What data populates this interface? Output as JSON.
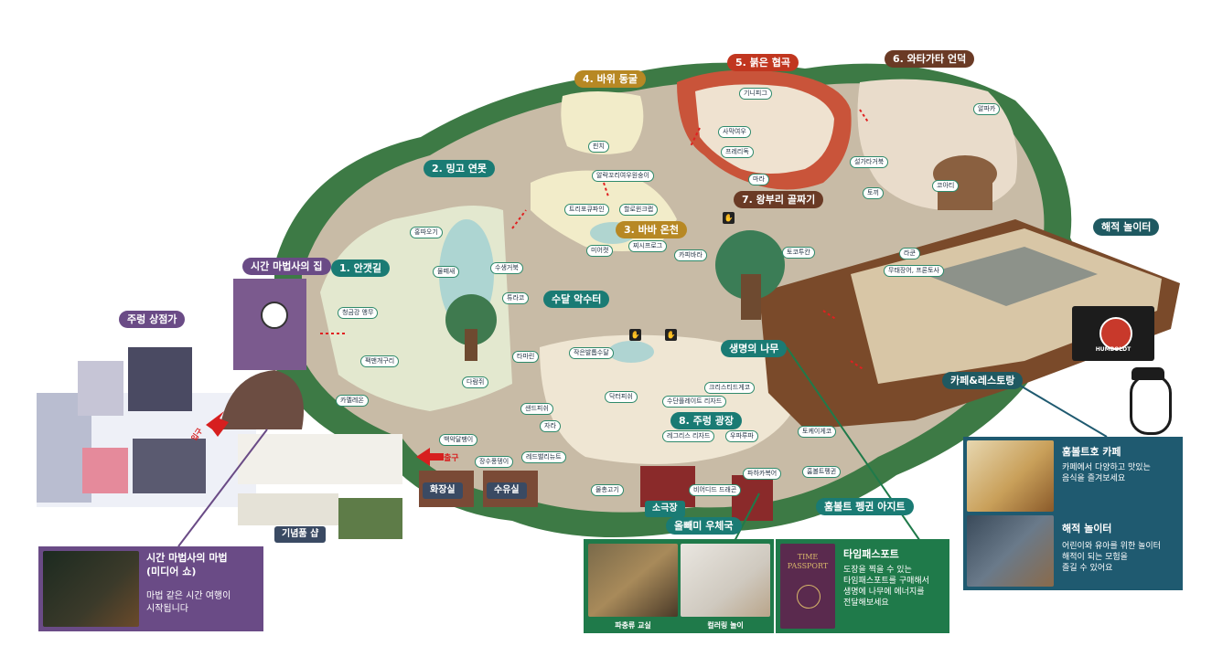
{
  "zones": {
    "shop_street": "주렁 상점가",
    "wizard_house": "시간 마법사의 집",
    "z1": "1. 안갯길",
    "z2": "2. 밍고 연못",
    "z3": "3. 바바 온천",
    "z4": "4. 바위 동굴",
    "z5": "5. 붉은 협곡",
    "z6": "6. 와타가타 언덕",
    "z7": "7. 왕부리 골짜기",
    "z8": "8. 주렁 광장",
    "otter": "수달 악수터",
    "tree": "생명의 나무",
    "pirate": "해적 놀이터",
    "cafe": "카페&레스토랑",
    "penguin": "훔볼트 펭귄 아지트",
    "post": "올빼미 우체국",
    "theater": "소극장",
    "restroom": "화장실",
    "nursing": "수유실",
    "gift": "기념품 샵",
    "entrance": "입구",
    "exit": "출구"
  },
  "animals": [
    {
      "id": "parrot",
      "text": "청금강 앵무"
    },
    {
      "id": "frog",
      "text": "팩맨개구리"
    },
    {
      "id": "chameleon",
      "text": "카멜레온"
    },
    {
      "id": "flamingo",
      "text": "홍따오기"
    },
    {
      "id": "spoonbill",
      "text": "물떼새"
    },
    {
      "id": "turtle",
      "text": "수생거북"
    },
    {
      "id": "iguana",
      "text": "튜라코"
    },
    {
      "id": "tamarin",
      "text": "타마린"
    },
    {
      "id": "mouse",
      "text": "다람쥐"
    },
    {
      "id": "sandfish",
      "text": "샌드피쉬"
    },
    {
      "id": "turtle2",
      "text": "자라"
    },
    {
      "id": "fox",
      "text": "백악달팽이"
    },
    {
      "id": "finch",
      "text": "핀치"
    },
    {
      "id": "weaver",
      "text": "알락꼬리여우원숭이"
    },
    {
      "id": "tropicfish",
      "text": "트리포큐파인"
    },
    {
      "id": "kookaburra",
      "text": "할로윈크랩"
    },
    {
      "id": "meerkat",
      "text": "미어캣"
    },
    {
      "id": "cichlid",
      "text": "찌시프로그"
    },
    {
      "id": "capybara",
      "text": "카피바라"
    },
    {
      "id": "guinea",
      "text": "기니피그"
    },
    {
      "id": "fennec",
      "text": "사막여우"
    },
    {
      "id": "prairie",
      "text": "프레리독"
    },
    {
      "id": "mara",
      "text": "마라"
    },
    {
      "id": "armadillo",
      "text": "설가타거북"
    },
    {
      "id": "rabbit",
      "text": "토끼"
    },
    {
      "id": "alpaca",
      "text": "알파카"
    },
    {
      "id": "coati",
      "text": "코아티"
    },
    {
      "id": "toucan",
      "text": "토코투칸"
    },
    {
      "id": "raccoon",
      "text": "라쿤"
    },
    {
      "id": "snake",
      "text": "무태장어, 프론토사"
    },
    {
      "id": "smallotter",
      "text": "작은발톱수달"
    },
    {
      "id": "doctorfish",
      "text": "닥터피쉬"
    },
    {
      "id": "basilisk",
      "text": "크리스티드게코"
    },
    {
      "id": "mindoro",
      "text": "수단플레이트 리자드"
    },
    {
      "id": "hermit",
      "text": "레그리스 리자드"
    },
    {
      "id": "upaupa",
      "text": "우파루파"
    },
    {
      "id": "tokay",
      "text": "토케이게코"
    },
    {
      "id": "longevity",
      "text": "장수풍뎅이"
    },
    {
      "id": "redbelly",
      "text": "레드밸리뉴트"
    },
    {
      "id": "goby",
      "text": "물총고기"
    },
    {
      "id": "bearded",
      "text": "비어디드 드래곤"
    },
    {
      "id": "pacubass",
      "text": "파하카복어"
    },
    {
      "id": "humboldt",
      "text": "훔볼트펭귄"
    }
  ],
  "cards": {
    "wizard": {
      "title": "시간 마법사의 마법\n(미디어 쇼)",
      "desc": "마법 같은 시간 여행이\n시작됩니다"
    },
    "passport": {
      "title": "타임패스포트",
      "desc": "도장을 찍을 수 있는\n타임패스포트를 구매해서\n생명에 나무에 에너지를\n전달해보세요",
      "cover_text": "TIME\nPASSPORT"
    },
    "programs": {
      "reptile": "파충류 교실",
      "coloring": "컬러링 놀이"
    },
    "cafe": {
      "title": "훔볼트호 카페",
      "desc": "카페에서 다양하고 맛있는\n음식을 즐겨보세요"
    },
    "pirate": {
      "title": "해적 놀이터",
      "desc": "어린이와 유아를 위한 놀이터\n해적이 되는 모험을\n즐길 수 있어요"
    },
    "flag_text": "HUMBOLDT"
  },
  "colors": {
    "teal": "#1a7b74",
    "purple": "#6a4b86",
    "green": "#1f7a4a",
    "navy": "#1f5a70"
  }
}
